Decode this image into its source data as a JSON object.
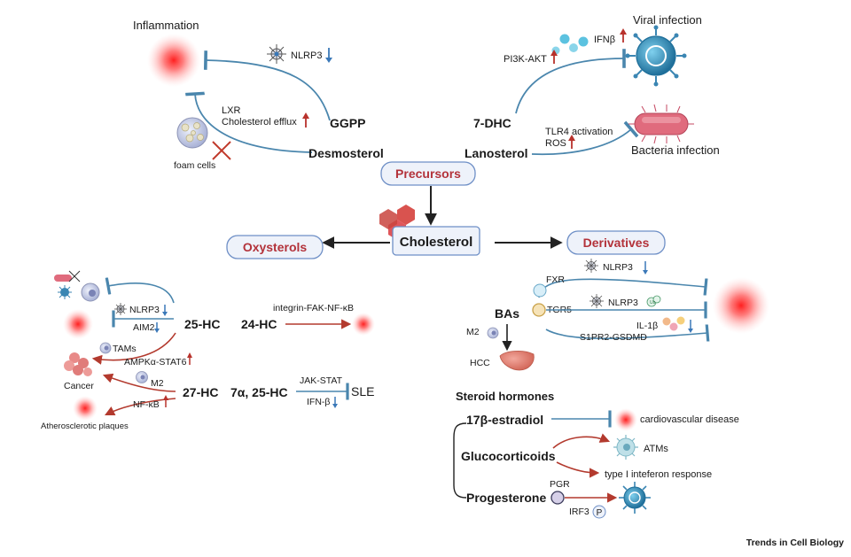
{
  "colors": {
    "red_arrow": "#b33a2e",
    "blue_line": "#4a86ad",
    "up_arrow": "#b8322c",
    "down_arrow": "#3a78b8",
    "box_fill": "#eef2fa",
    "box_stroke": "#6e8fc6",
    "box_text_red": "#b3323a",
    "glow": "#ff2a2a"
  },
  "top_left": {
    "inflammation": "Inflammation",
    "nlrp3": "NLRP3",
    "lxr": "LXR",
    "cholesterol_efflux": "Cholesterol efflux",
    "ggpp": "GGPP",
    "desmosterol": "Desmosterol",
    "foam_cells": "foam cells"
  },
  "top_right": {
    "viral_infection": "Viral infection",
    "ifnb": "IFNβ",
    "pi3k_akt": "PI3K-AKT",
    "seven_dhc": "7-DHC",
    "tlr4": "TLR4 activation",
    "ros": "ROS",
    "lanosterol": "Lanosterol",
    "bacteria_infection": "Bacteria infection"
  },
  "center": {
    "precursors": "Precursors",
    "cholesterol": "Cholesterol",
    "oxysterols": "Oxysterols",
    "derivatives": "Derivatives"
  },
  "oxysterols": {
    "nlrp3": "NLRP3",
    "aim2": "AIM2",
    "hc25": "25-HC",
    "tams": "TAMs",
    "ampk": "AMPKα-STAT6",
    "cancer": "Cancer",
    "m2": "M2",
    "hc27": "27-HC",
    "nfkb": "NF-κB",
    "athero": "Atherosclerotic plaques",
    "hc24": "24-HC",
    "integrin": "integrin-FAK-NF-κB",
    "hc7a25": "7α, 25-HC",
    "jak_stat": "JAK-STAT",
    "ifn_beta": "IFN-β",
    "sle": "SLE"
  },
  "derivatives": {
    "fxr": "FXR",
    "nlrp3_a": "NLRP3",
    "tgr5": "TGR5",
    "nlrp3_b": "NLRP3",
    "ub": "Ub",
    "bas": "BAs",
    "il1b": "IL-1β",
    "s1pr2": "S1PR2-GSDMD",
    "m2": "M2",
    "hcc": "HCC"
  },
  "steroids": {
    "heading": "Steroid hormones",
    "estradiol": "17β-estradiol",
    "cardio": "cardiovascular disease",
    "glucocorticoids": "Glucocorticoids",
    "atms": "ATMs",
    "type1": "type I inteferon response",
    "progesterone": "Progesterone",
    "pgr": "PGR",
    "irf3": "IRF3",
    "p": "P"
  },
  "footer": {
    "journal": "Trends in Cell Biology"
  }
}
